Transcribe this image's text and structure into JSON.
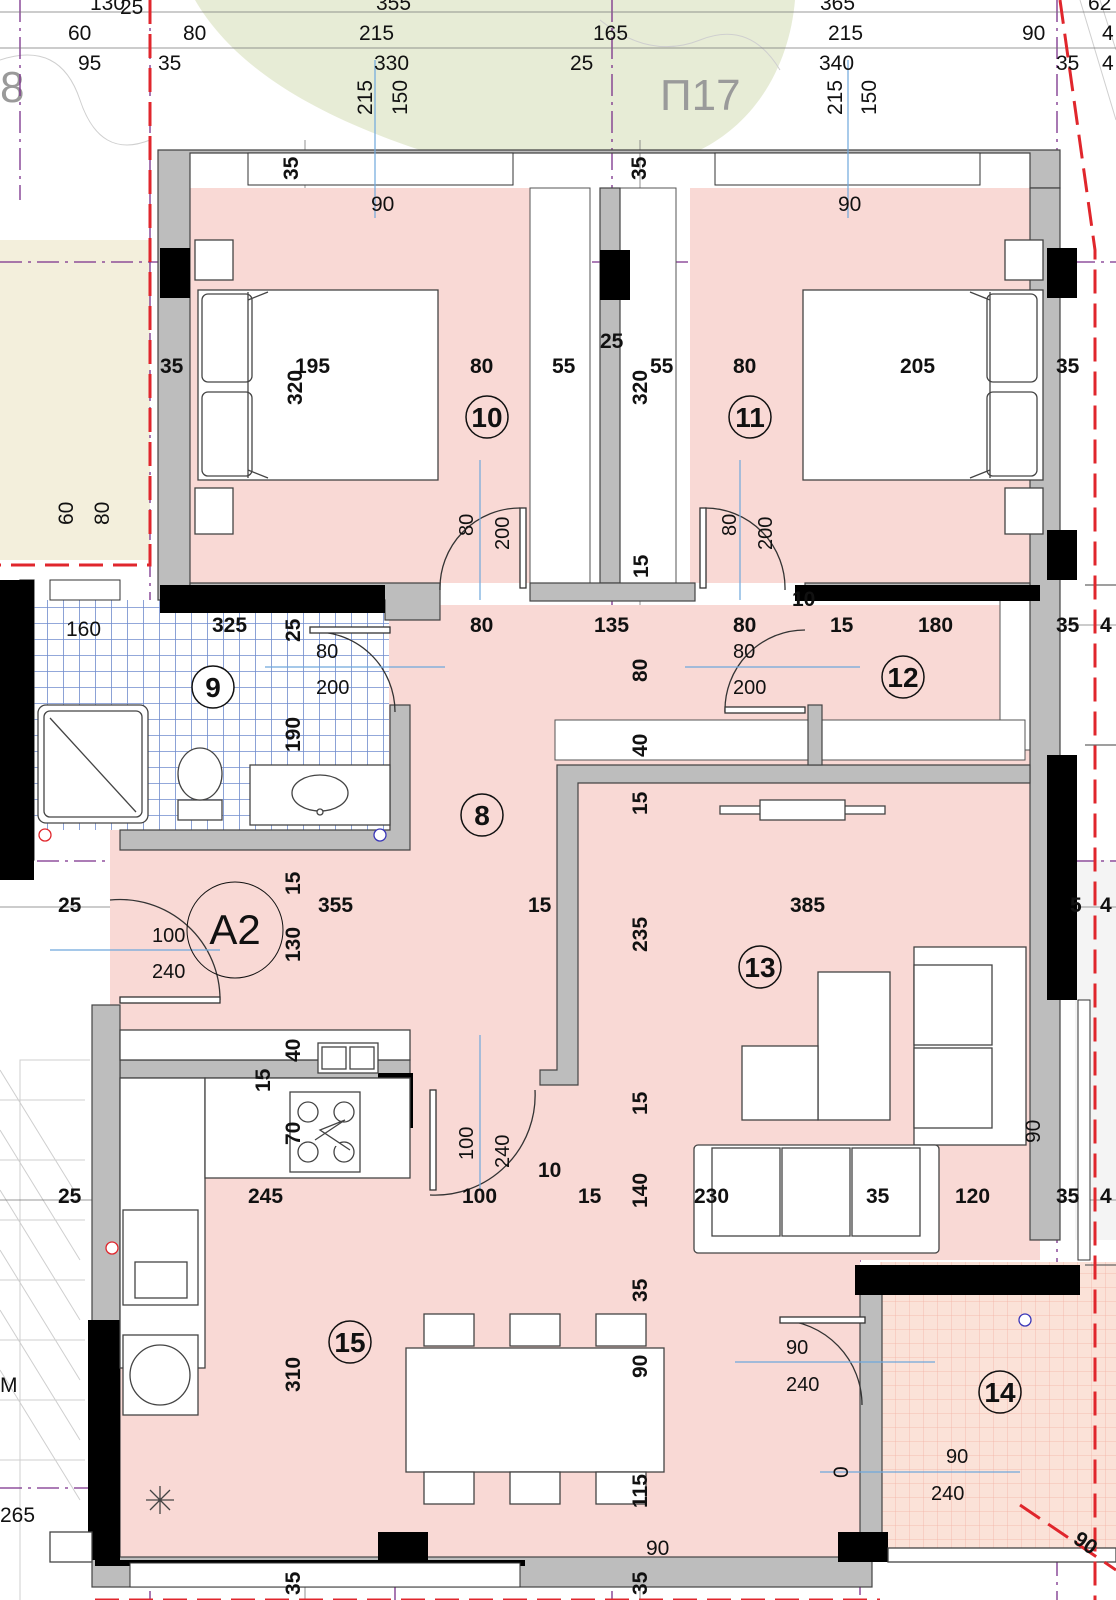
{
  "plan": {
    "apartment_label": "A2",
    "sheet_tag": "П17",
    "sheet_tag_left": "8",
    "rooms": [
      {
        "id": "r10",
        "number": "10"
      },
      {
        "id": "r11",
        "number": "11"
      },
      {
        "id": "r9",
        "number": "9"
      },
      {
        "id": "r12",
        "number": "12"
      },
      {
        "id": "r8",
        "number": "8"
      },
      {
        "id": "r13",
        "number": "13"
      },
      {
        "id": "r15",
        "number": "15"
      },
      {
        "id": "r14",
        "number": "14"
      }
    ],
    "top_dims": {
      "row0": [
        "130",
        "25",
        "355",
        "365",
        "62"
      ],
      "row1": [
        "60",
        "80",
        "215",
        "165",
        "215",
        "90",
        "4"
      ],
      "row2": [
        "95",
        "35",
        "330",
        "25",
        "340",
        "35",
        "4"
      ],
      "vertical": [
        "215",
        "150",
        "215",
        "150"
      ]
    },
    "dims": {
      "d35a": "35",
      "d35b": "35",
      "d90a": "90",
      "d90b": "90",
      "d35c": "35",
      "d195": "195",
      "d320a": "320",
      "d80a": "80",
      "d55a": "55",
      "d25a": "25",
      "d320b": "320",
      "d55b": "55",
      "d80b": "80",
      "d205": "205",
      "d35d": "35",
      "d60": "60",
      "d80c": "80",
      "d80d": "80",
      "d200a": "200",
      "d15a": "15",
      "d80e": "80",
      "d200b": "200",
      "d160": "160",
      "d325": "325",
      "d25b": "25",
      "d80f": "80",
      "d135": "135",
      "d80g": "80",
      "d10a": "10",
      "d15b": "15",
      "d180": "180",
      "d35e": "35",
      "d4a": "4",
      "d80h": "80",
      "d200c": "200",
      "d80i": "80",
      "d80j": "80",
      "d200d": "200",
      "d190": "190",
      "d40a": "40",
      "d15c": "15",
      "d25c": "25",
      "d15d": "15",
      "d355": "355",
      "d15e": "15",
      "d385": "385",
      "d5": "5",
      "d4b": "4",
      "d100a": "100",
      "d240a": "240",
      "d130": "130",
      "d235": "235",
      "d40b": "40",
      "d15f": "15",
      "d70": "70",
      "d15g": "15",
      "d100b": "100",
      "d240b": "240",
      "d10b": "10",
      "d90c": "90",
      "d25d": "25",
      "d245": "245",
      "d100c": "100",
      "d15h": "15",
      "d140": "140",
      "d230": "230",
      "d35f": "35",
      "d120": "120",
      "d35g": "35",
      "d4c": "4",
      "d35h": "35",
      "d310": "310",
      "d90d": "90",
      "d90e": "90",
      "d240c": "240",
      "d0": "0",
      "d90f": "90",
      "d240d": "240",
      "d115": "115",
      "d265": "265",
      "d90g": "90",
      "d35i": "35",
      "d35j": "35",
      "d90h": "90",
      "dM": "М"
    }
  },
  "colors": {
    "floor": "#f9d9d5",
    "wall": "#bdbdbd",
    "column": "#000000",
    "tile_line": "#6f8ccd",
    "tile_bg": "#ffffff",
    "balcony": "#fbe2d8",
    "boundary": "#e0262c",
    "axis": "#7a2f8a",
    "dim_line": "#6fa8dc",
    "landscape": "#e7ecd6",
    "terrain": "#f3efdc"
  }
}
